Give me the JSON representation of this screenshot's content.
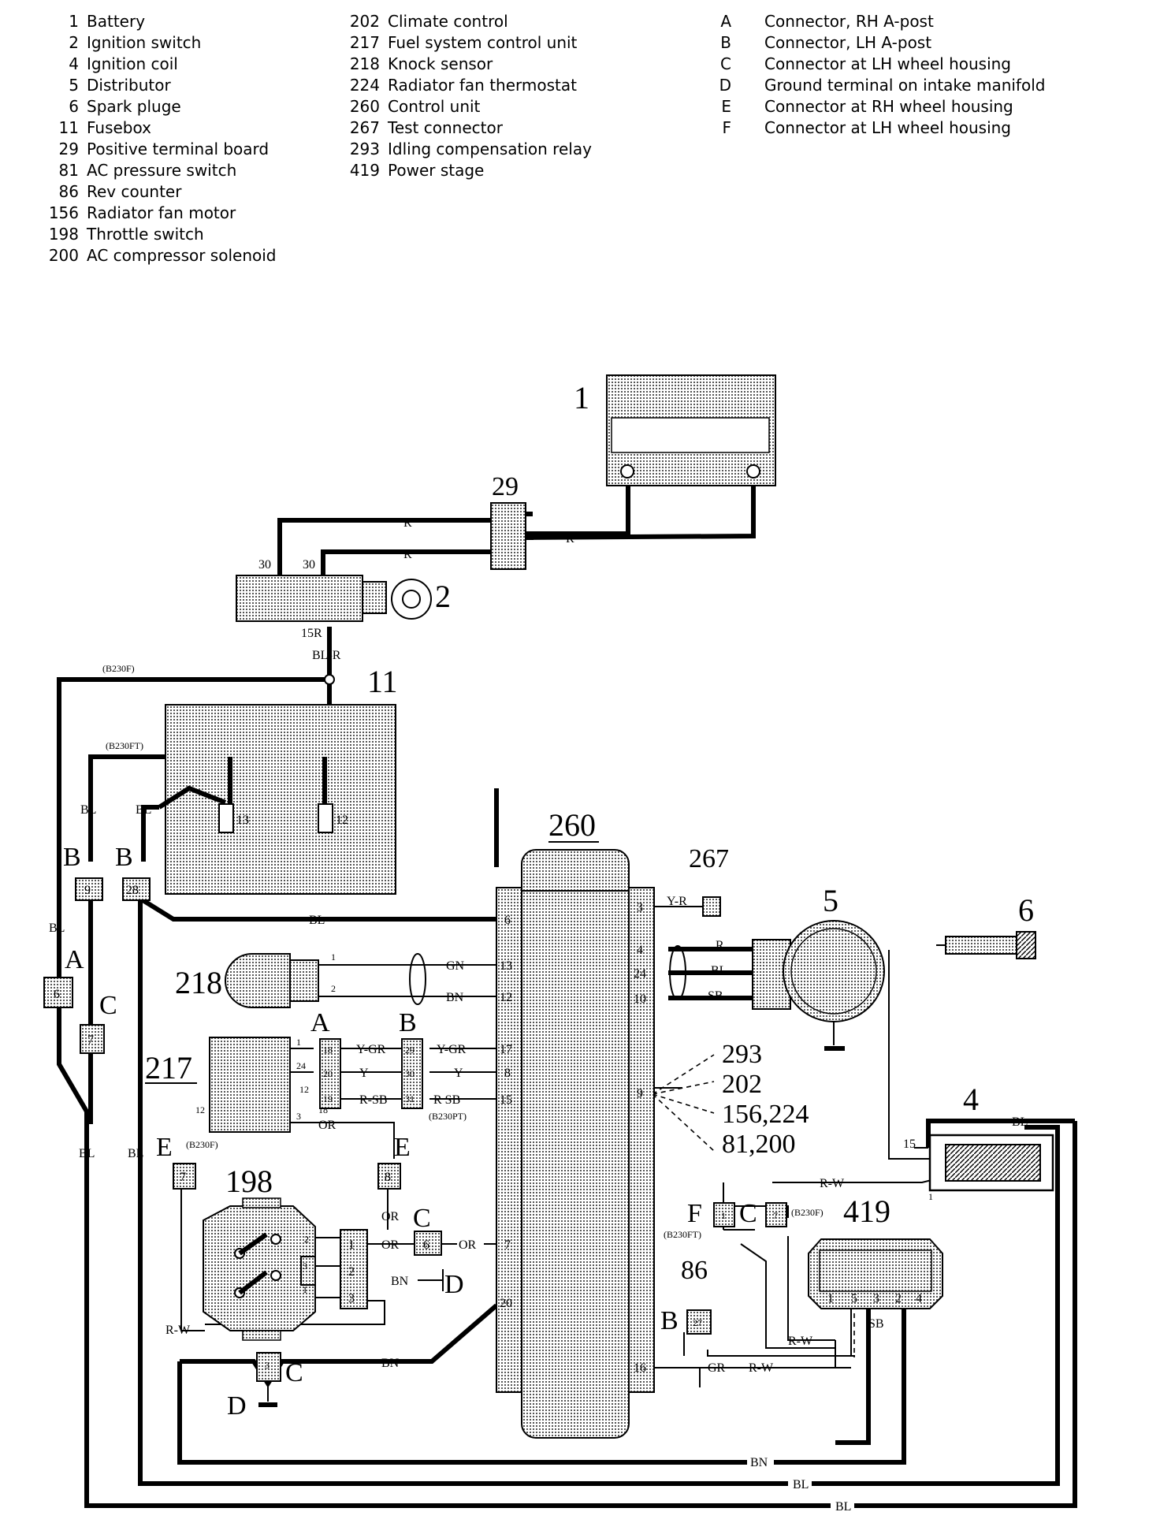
{
  "legend": {
    "col1": [
      {
        "num": "1",
        "label": "Battery"
      },
      {
        "num": "2",
        "label": "Ignition switch"
      },
      {
        "num": "4",
        "label": "Ignition coil"
      },
      {
        "num": "5",
        "label": "Distributor"
      },
      {
        "num": "6",
        "label": "Spark pluge"
      },
      {
        "num": "11",
        "label": "Fusebox"
      },
      {
        "num": "29",
        "label": "Positive terminal board"
      },
      {
        "num": "81",
        "label": "AC pressure switch"
      },
      {
        "num": "86",
        "label": "Rev counter"
      },
      {
        "num": "156",
        "label": "Radiator fan motor"
      },
      {
        "num": "198",
        "label": "Throttle switch"
      },
      {
        "num": "200",
        "label": "AC compressor solenoid"
      }
    ],
    "col2": [
      {
        "num": "202",
        "label": "Climate control"
      },
      {
        "num": "217",
        "label": "Fuel system control unit"
      },
      {
        "num": "218",
        "label": "Knock sensor"
      },
      {
        "num": "224",
        "label": "Radiator fan thermostat"
      },
      {
        "num": "260",
        "label": "Control unit"
      },
      {
        "num": "267",
        "label": "Test connector"
      },
      {
        "num": "293",
        "label": "Idling compensation relay"
      },
      {
        "num": "419",
        "label": "Power stage"
      }
    ],
    "col3": [
      {
        "num": "A",
        "label": "Connector, RH A-post"
      },
      {
        "num": "B",
        "label": "Connector, LH A-post"
      },
      {
        "num": "C",
        "label": "Connector at LH wheel housing"
      },
      {
        "num": "D",
        "label": "Ground terminal on intake manifold"
      },
      {
        "num": "E",
        "label": "Connector at RH wheel housing"
      },
      {
        "num": "F",
        "label": "Connector at LH wheel housing"
      }
    ]
  },
  "components": {
    "battery": "1",
    "ignition_switch": "2",
    "positive_board": "29",
    "fusebox": "11",
    "control_unit": "260",
    "test_connector": "267",
    "distributor": "5",
    "spark_plug": "6",
    "knock_sensor": "218",
    "fuel_unit": "217",
    "throttle_switch": "198",
    "coil": "4",
    "power_stage": "419",
    "rev_counter": "86",
    "refs": [
      "293",
      "202",
      "156,224",
      "81,200"
    ]
  },
  "connectors": {
    "A": "A",
    "B": "B",
    "C": "C",
    "D": "D",
    "E": "E",
    "F": "F"
  },
  "wires": {
    "R": "R",
    "BL": "BL",
    "BLR": "BL-R",
    "GN": "GN",
    "BN": "BN",
    "YR": "Y-R",
    "SB": "SB",
    "YGR": "Y-GR",
    "Y": "Y",
    "RSB": "R-SB",
    "RSB2": "R SB",
    "OR": "OR",
    "RW": "R-W",
    "GR": "GR",
    "B230F": "(B230F)",
    "B230FT": "(B230FT)",
    "B230PT": "(B230PT)",
    "B230Fb": "(B230F)"
  },
  "pins": {
    "p30": "30",
    "p15R": "15R",
    "p13": "13",
    "p12": "12",
    "p9": "9",
    "p28": "28",
    "p6": "6",
    "p7": "7",
    "u6": "6",
    "u13": "13",
    "u12": "12",
    "u17": "17",
    "u8": "8",
    "u15": "15",
    "u7": "7",
    "u20": "20",
    "u3": "3",
    "u4": "4",
    "u24": "24",
    "u10": "10",
    "u9": "9",
    "u16": "16",
    "a18": "18",
    "a20": "20",
    "a19": "19",
    "b29": "29",
    "b30": "30",
    "b31": "31",
    "f1": "1",
    "f24": "24",
    "f12": "12",
    "f18": "18",
    "f3": "3",
    "f12b": "12",
    "e7": "7",
    "e8": "8",
    "c6": "6",
    "t1": "1",
    "t2": "2",
    "t3": "3",
    "s2": "2",
    "s3": "3",
    "c3": "3",
    "k1": "1",
    "k2": "2",
    "c15": "15",
    "c1": "1",
    "fx1": "1",
    "cx7": "7",
    "b27": "27",
    "ps1": "1",
    "ps5": "5",
    "ps3": "3",
    "ps2": "2",
    "ps4": "4"
  }
}
